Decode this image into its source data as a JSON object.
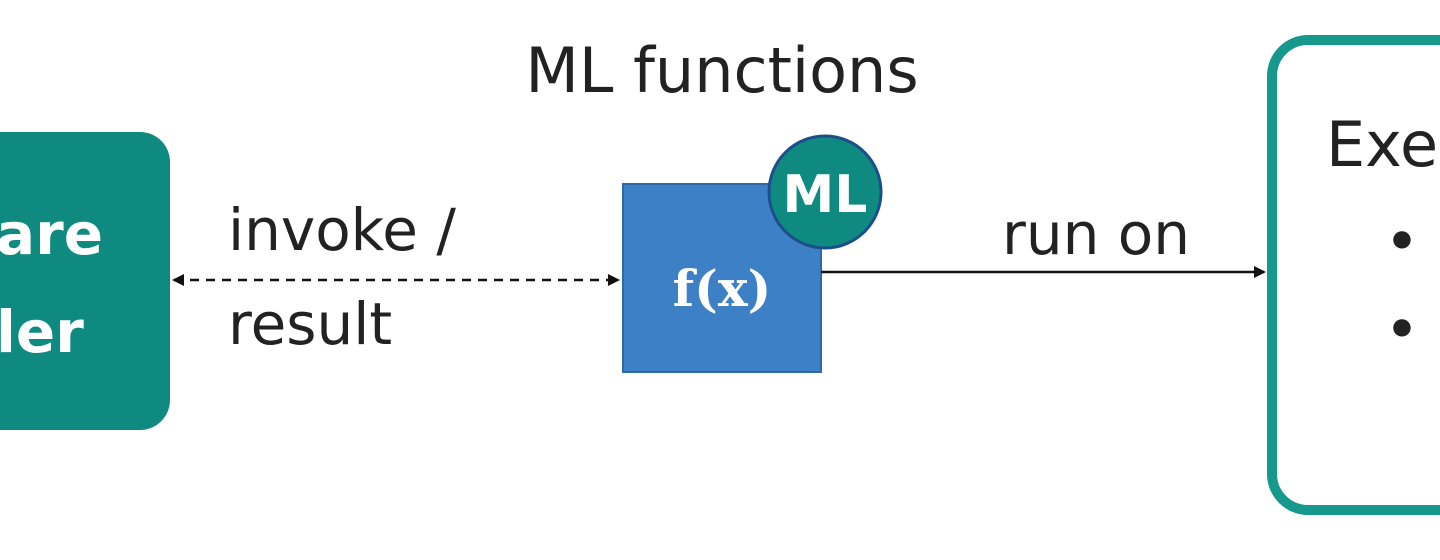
{
  "title": "ML functions",
  "left_block": {
    "line1": "are",
    "line2": "ler",
    "color": "#0f8a80"
  },
  "connector_left": {
    "line1": "invoke /",
    "line2": "result"
  },
  "function_box": {
    "label": "f(x)",
    "color": "#3d80c6"
  },
  "ml_badge": {
    "label": "ML",
    "color": "#0f8a80"
  },
  "connector_right": {
    "label": "run on"
  },
  "right_block": {
    "title": "Exe",
    "bullets": [
      "•",
      "•"
    ],
    "border_color": "#16998c"
  }
}
